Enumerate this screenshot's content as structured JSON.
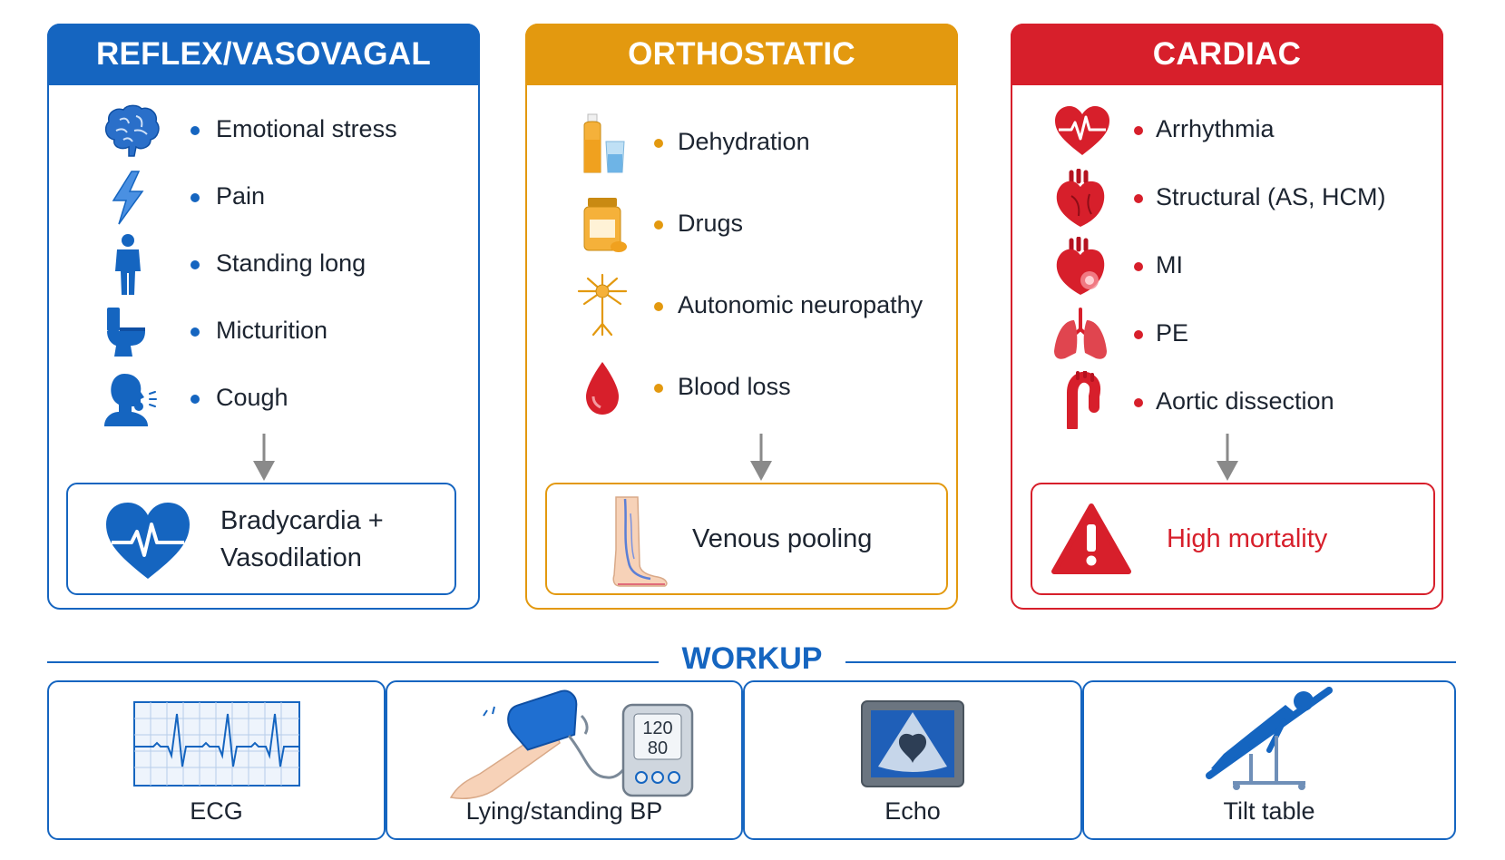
{
  "colors": {
    "blue": "#1565c0",
    "orange": "#e3990f",
    "red": "#d71f2b",
    "gray": "#8a8a8a"
  },
  "panels": [
    {
      "title": "REFLEX/VASOVAGAL",
      "items": [
        {
          "label": "Emotional stress",
          "icon": "brain-icon"
        },
        {
          "label": "Pain",
          "icon": "lightning-icon"
        },
        {
          "label": "Standing long",
          "icon": "standing-person-icon"
        },
        {
          "label": "Micturition",
          "icon": "toilet-icon"
        },
        {
          "label": "Cough",
          "icon": "coughing-person-icon"
        }
      ],
      "outcome": {
        "line1": "Bradycardia +",
        "line2": "Vasodilation",
        "icon": "heartbeat-heart-icon"
      }
    },
    {
      "title": "ORTHOSTATIC",
      "items": [
        {
          "label": "Dehydration",
          "icon": "water-bottle-glass-icon"
        },
        {
          "label": "Drugs",
          "icon": "pill-bottle-icon"
        },
        {
          "label": "Autonomic neuropathy",
          "icon": "neuron-icon"
        },
        {
          "label": "Blood loss",
          "icon": "blood-drop-icon"
        }
      ],
      "outcome": {
        "line1": "Venous pooling",
        "icon": "leg-veins-icon"
      }
    },
    {
      "title": "CARDIAC",
      "items": [
        {
          "label": "Arrhythmia",
          "icon": "heart-ecg-icon"
        },
        {
          "label": "Structural (AS, HCM)",
          "icon": "anatomical-heart-icon"
        },
        {
          "label": "MI",
          "icon": "heart-infarct-icon"
        },
        {
          "label": "PE",
          "icon": "lungs-icon"
        },
        {
          "label": "Aortic dissection",
          "icon": "aorta-icon"
        }
      ],
      "outcome": {
        "line1": "High mortality",
        "icon": "warning-triangle-icon"
      }
    }
  ],
  "workup": {
    "title": "WORKUP",
    "items": [
      {
        "label": "ECG",
        "icon": "ecg-strip-icon"
      },
      {
        "label": "Lying/standing BP",
        "icon": "bp-cuff-monitor-icon",
        "systolic": "120",
        "diastolic": "80"
      },
      {
        "label": "Echo",
        "icon": "echo-screen-icon"
      },
      {
        "label": "Tilt table",
        "icon": "tilt-table-icon"
      }
    ]
  }
}
